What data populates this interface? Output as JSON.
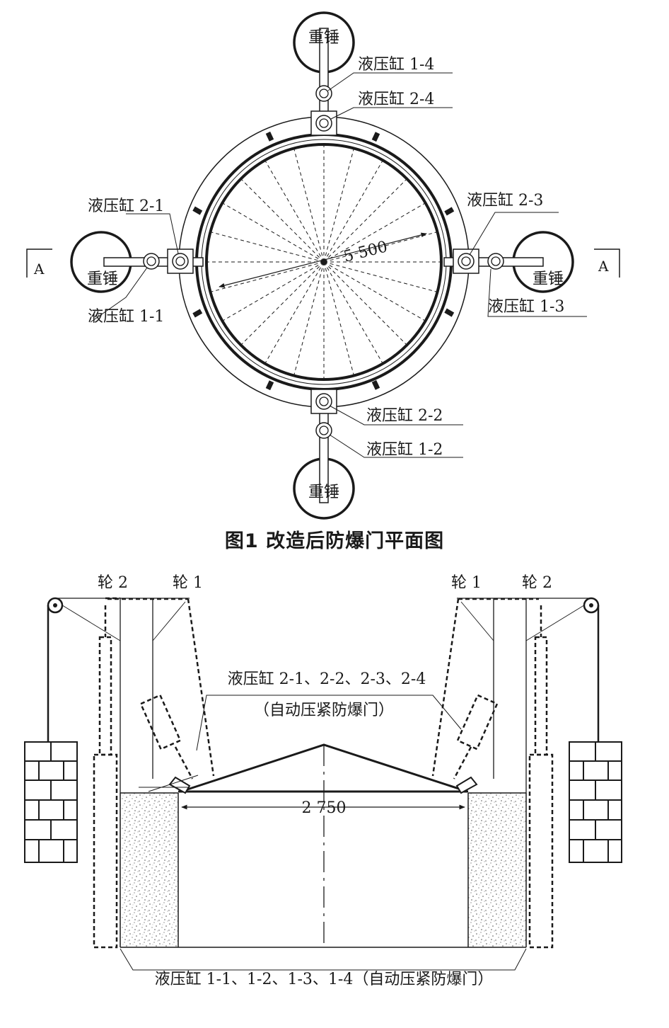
{
  "plan_view": {
    "weight_label": "重锤",
    "cylinders": {
      "c1_1": "液压缸 1-1",
      "c1_2": "液压缸 1-2",
      "c1_3": "液压缸 1-3",
      "c1_4": "液压缸 1-4",
      "c2_1": "液压缸 2-1",
      "c2_2": "液压缸 2-2",
      "c2_3": "液压缸 2-3",
      "c2_4": "液压缸 2-4"
    },
    "dimension": "5 500",
    "section_mark": "A"
  },
  "caption": "图1   改造后防爆门平面图",
  "section_view": {
    "wheel1": "轮 1",
    "wheel2": "轮 2",
    "group2_line1": "液压缸 2-1、2-2、2-3、2-4",
    "group2_line2": "（自动压紧防爆门）",
    "group1_label": "液压缸 1-1、1-2、1-3、1-4（自动压紧防爆门）",
    "dimension": "2 750"
  }
}
